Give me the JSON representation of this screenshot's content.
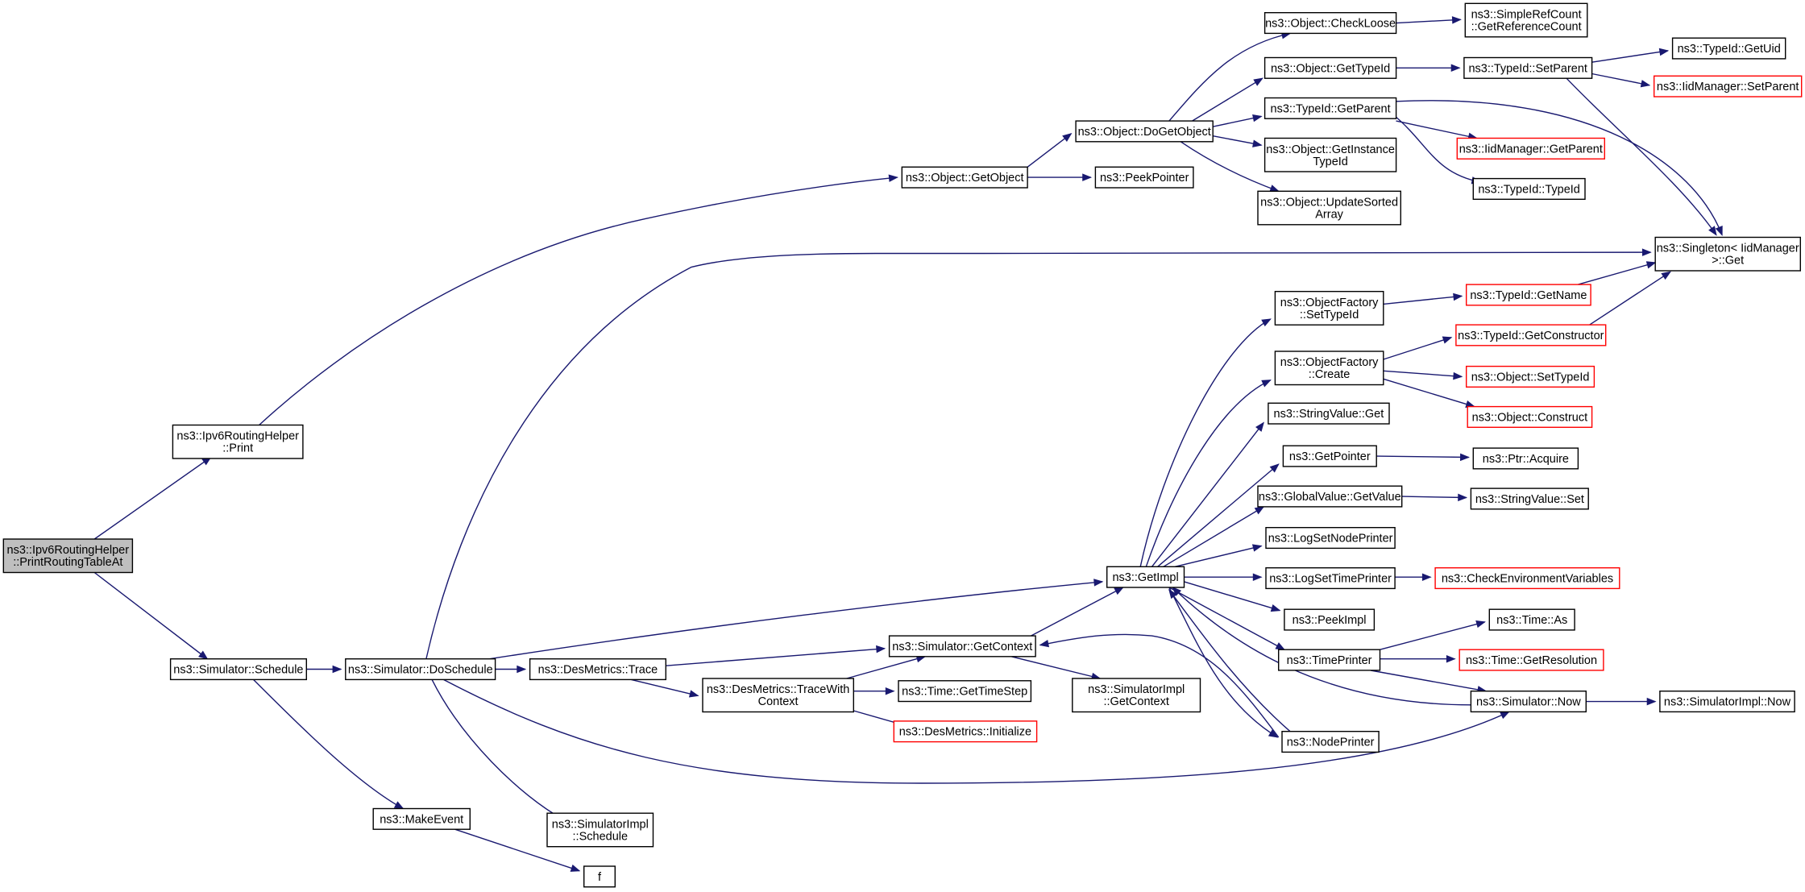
{
  "diagram": {
    "colors": {
      "edge": "#191970",
      "border_normal": "#000000",
      "border_truncated": "#ff0000",
      "root_fill": "#bfbfbf",
      "node_fill": "#ffffff"
    },
    "nodes": [
      {
        "id": "root",
        "lines": [
          "ns3::Ipv6RoutingHelper",
          "::PrintRoutingTableAt"
        ],
        "style": "root"
      },
      {
        "id": "print",
        "lines": [
          "ns3::Ipv6RoutingHelper",
          "::Print"
        ],
        "style": "normal"
      },
      {
        "id": "schedule",
        "lines": [
          "ns3::Simulator::Schedule"
        ],
        "style": "normal"
      },
      {
        "id": "getobject",
        "lines": [
          "ns3::Object::GetObject"
        ],
        "style": "normal"
      },
      {
        "id": "peekpointer",
        "lines": [
          "ns3::PeekPointer"
        ],
        "style": "normal"
      },
      {
        "id": "dogetobject",
        "lines": [
          "ns3::Object::DoGetObject"
        ],
        "style": "normal"
      },
      {
        "id": "checkloose",
        "lines": [
          "ns3::Object::CheckLoose"
        ],
        "style": "normal"
      },
      {
        "id": "gettypeid",
        "lines": [
          "ns3::Object::GetTypeId"
        ],
        "style": "normal"
      },
      {
        "id": "typeid_getparent",
        "lines": [
          "ns3::TypeId::GetParent"
        ],
        "style": "normal"
      },
      {
        "id": "getinstancetypeid",
        "lines": [
          "ns3::Object::GetInstance",
          "TypeId"
        ],
        "style": "normal"
      },
      {
        "id": "updatesortedarray",
        "lines": [
          "ns3::Object::UpdateSorted",
          "Array"
        ],
        "style": "normal"
      },
      {
        "id": "getrefcount",
        "lines": [
          "ns3::SimpleRefCount",
          "::GetReferenceCount"
        ],
        "style": "normal"
      },
      {
        "id": "setparent",
        "lines": [
          "ns3::TypeId::SetParent"
        ],
        "style": "normal"
      },
      {
        "id": "iid_getparent",
        "lines": [
          "ns3::IidManager::GetParent"
        ],
        "style": "truncated"
      },
      {
        "id": "typeid_typeid",
        "lines": [
          "ns3::TypeId::TypeId"
        ],
        "style": "normal"
      },
      {
        "id": "getuid",
        "lines": [
          "ns3::TypeId::GetUid"
        ],
        "style": "normal"
      },
      {
        "id": "iid_setparent",
        "lines": [
          "ns3::IidManager::SetParent"
        ],
        "style": "truncated"
      },
      {
        "id": "singleton",
        "lines": [
          "ns3::Singleton< IidManager",
          " >::Get"
        ],
        "style": "normal"
      },
      {
        "id": "doschedule",
        "lines": [
          "ns3::Simulator::DoSchedule"
        ],
        "style": "normal"
      },
      {
        "id": "makeevent",
        "lines": [
          "ns3::MakeEvent"
        ],
        "style": "normal"
      },
      {
        "id": "f",
        "lines": [
          "f"
        ],
        "style": "normal"
      },
      {
        "id": "simimpl_schedule",
        "lines": [
          "ns3::SimulatorImpl",
          "::Schedule"
        ],
        "style": "normal"
      },
      {
        "id": "desmetrics_trace",
        "lines": [
          "ns3::DesMetrics::Trace"
        ],
        "style": "normal"
      },
      {
        "id": "tracewithcontext",
        "lines": [
          "ns3::DesMetrics::TraceWith",
          "Context"
        ],
        "style": "normal"
      },
      {
        "id": "getcontext",
        "lines": [
          "ns3::Simulator::GetContext"
        ],
        "style": "normal"
      },
      {
        "id": "gettimestep",
        "lines": [
          "ns3::Time::GetTimeStep"
        ],
        "style": "normal"
      },
      {
        "id": "desm_initialize",
        "lines": [
          "ns3::DesMetrics::Initialize"
        ],
        "style": "truncated"
      },
      {
        "id": "simimpl_getcontext",
        "lines": [
          "ns3::SimulatorImpl",
          "::GetContext"
        ],
        "style": "normal"
      },
      {
        "id": "getimpl",
        "lines": [
          "ns3::GetImpl"
        ],
        "style": "normal"
      },
      {
        "id": "of_settypeid",
        "lines": [
          "ns3::ObjectFactory",
          "::SetTypeId"
        ],
        "style": "normal"
      },
      {
        "id": "of_create",
        "lines": [
          "ns3::ObjectFactory",
          "::Create"
        ],
        "style": "normal"
      },
      {
        "id": "stringvalue_get",
        "lines": [
          "ns3::StringValue::Get"
        ],
        "style": "normal"
      },
      {
        "id": "getpointer",
        "lines": [
          "ns3::GetPointer"
        ],
        "style": "normal"
      },
      {
        "id": "globalvalue_getvalue",
        "lines": [
          "ns3::GlobalValue::GetValue"
        ],
        "style": "normal"
      },
      {
        "id": "lognodeprinter",
        "lines": [
          "ns3::LogSetNodePrinter"
        ],
        "style": "normal"
      },
      {
        "id": "logtimeprinter",
        "lines": [
          "ns3::LogSetTimePrinter"
        ],
        "style": "normal"
      },
      {
        "id": "peekimpl",
        "lines": [
          "ns3::PeekImpl"
        ],
        "style": "normal"
      },
      {
        "id": "timeprinter",
        "lines": [
          "ns3::TimePrinter"
        ],
        "style": "normal"
      },
      {
        "id": "nodeprinter",
        "lines": [
          "ns3::NodePrinter"
        ],
        "style": "normal"
      },
      {
        "id": "typeid_getname",
        "lines": [
          "ns3::TypeId::GetName"
        ],
        "style": "truncated"
      },
      {
        "id": "typeid_getconstructor",
        "lines": [
          "ns3::TypeId::GetConstructor"
        ],
        "style": "truncated"
      },
      {
        "id": "object_settypeid",
        "lines": [
          "ns3::Object::SetTypeId"
        ],
        "style": "truncated"
      },
      {
        "id": "object_construct",
        "lines": [
          "ns3::Object::Construct"
        ],
        "style": "truncated"
      },
      {
        "id": "ptr_acquire",
        "lines": [
          "ns3::Ptr::Acquire"
        ],
        "style": "normal"
      },
      {
        "id": "stringvalue_set",
        "lines": [
          "ns3::StringValue::Set"
        ],
        "style": "normal"
      },
      {
        "id": "checkenv",
        "lines": [
          "ns3::CheckEnvironmentVariables"
        ],
        "style": "truncated"
      },
      {
        "id": "time_as",
        "lines": [
          "ns3::Time::As"
        ],
        "style": "normal"
      },
      {
        "id": "time_getresolution",
        "lines": [
          "ns3::Time::GetResolution"
        ],
        "style": "truncated"
      },
      {
        "id": "simulator_now",
        "lines": [
          "ns3::Simulator::Now"
        ],
        "style": "normal"
      },
      {
        "id": "simimpl_now",
        "lines": [
          "ns3::SimulatorImpl::Now"
        ],
        "style": "normal"
      }
    ],
    "edges": [
      [
        "root",
        "print"
      ],
      [
        "root",
        "schedule"
      ],
      [
        "print",
        "getobject"
      ],
      [
        "getobject",
        "dogetobject"
      ],
      [
        "getobject",
        "peekpointer"
      ],
      [
        "dogetobject",
        "checkloose"
      ],
      [
        "dogetobject",
        "gettypeid"
      ],
      [
        "dogetobject",
        "typeid_getparent"
      ],
      [
        "dogetobject",
        "getinstancetypeid"
      ],
      [
        "dogetobject",
        "updatesortedarray"
      ],
      [
        "checkloose",
        "getrefcount"
      ],
      [
        "gettypeid",
        "setparent"
      ],
      [
        "setparent",
        "getuid"
      ],
      [
        "setparent",
        "iid_setparent"
      ],
      [
        "setparent",
        "singleton"
      ],
      [
        "typeid_getparent",
        "iid_getparent"
      ],
      [
        "typeid_getparent",
        "typeid_typeid"
      ],
      [
        "typeid_getparent",
        "singleton"
      ],
      [
        "schedule",
        "doschedule"
      ],
      [
        "schedule",
        "makeevent"
      ],
      [
        "makeevent",
        "f"
      ],
      [
        "doschedule",
        "singleton"
      ],
      [
        "doschedule",
        "getimpl"
      ],
      [
        "doschedule",
        "desmetrics_trace"
      ],
      [
        "doschedule",
        "simimpl_schedule"
      ],
      [
        "doschedule",
        "simulator_now"
      ],
      [
        "desmetrics_trace",
        "getcontext"
      ],
      [
        "desmetrics_trace",
        "tracewithcontext"
      ],
      [
        "tracewithcontext",
        "getcontext"
      ],
      [
        "tracewithcontext",
        "gettimestep"
      ],
      [
        "tracewithcontext",
        "desm_initialize"
      ],
      [
        "getcontext",
        "getimpl"
      ],
      [
        "getcontext",
        "simimpl_getcontext"
      ],
      [
        "getimpl",
        "of_settypeid"
      ],
      [
        "getimpl",
        "of_create"
      ],
      [
        "getimpl",
        "stringvalue_get"
      ],
      [
        "getimpl",
        "getpointer"
      ],
      [
        "getimpl",
        "globalvalue_getvalue"
      ],
      [
        "getimpl",
        "lognodeprinter"
      ],
      [
        "getimpl",
        "logtimeprinter"
      ],
      [
        "getimpl",
        "peekimpl"
      ],
      [
        "getimpl",
        "timeprinter"
      ],
      [
        "getimpl",
        "nodeprinter"
      ],
      [
        "of_settypeid",
        "typeid_getname"
      ],
      [
        "typeid_getname",
        "singleton"
      ],
      [
        "typeid_getconstructor",
        "singleton"
      ],
      [
        "of_create",
        "typeid_getconstructor"
      ],
      [
        "of_create",
        "object_settypeid"
      ],
      [
        "of_create",
        "object_construct"
      ],
      [
        "getpointer",
        "ptr_acquire"
      ],
      [
        "globalvalue_getvalue",
        "stringvalue_set"
      ],
      [
        "logtimeprinter",
        "checkenv"
      ],
      [
        "timeprinter",
        "time_as"
      ],
      [
        "timeprinter",
        "time_getresolution"
      ],
      [
        "timeprinter",
        "simulator_now"
      ],
      [
        "simulator_now",
        "getimpl"
      ],
      [
        "simulator_now",
        "simimpl_now"
      ],
      [
        "nodeprinter",
        "getcontext"
      ],
      [
        "nodeprinter",
        "getimpl"
      ]
    ]
  }
}
